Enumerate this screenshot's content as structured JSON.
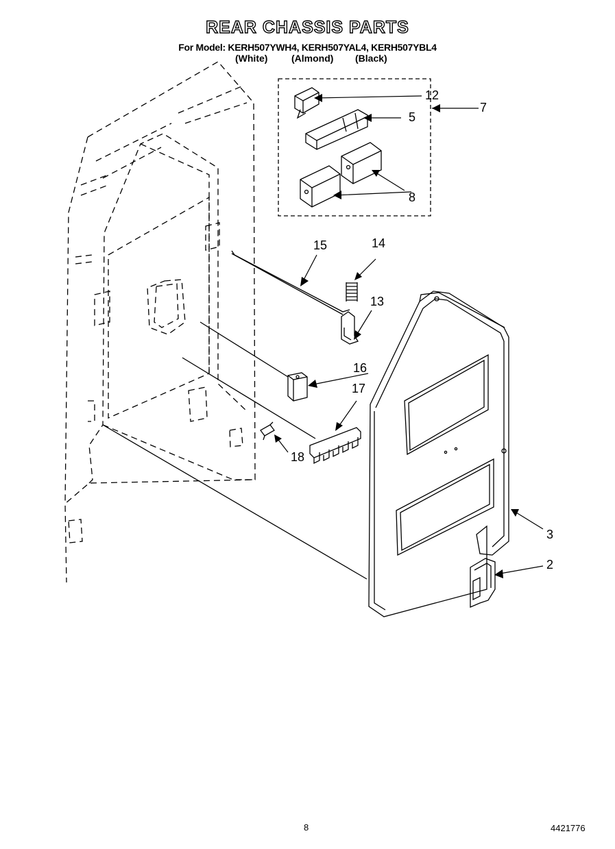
{
  "header": {
    "title": "REAR CHASSIS PARTS",
    "model_line": "For Model: KERH507YWH4, KERH507YAL4, KERH507YBL4",
    "colors": [
      "(White)",
      "(Almond)",
      "(Black)"
    ]
  },
  "callouts": {
    "c12": "12",
    "c5": "5",
    "c7": "7",
    "c8": "8",
    "c15": "15",
    "c14": "14",
    "c13": "13",
    "c16": "16",
    "c17": "17",
    "c18": "18",
    "c3": "3",
    "c2": "2"
  },
  "footer": {
    "page_number": "8",
    "doc_number": "4421776"
  }
}
